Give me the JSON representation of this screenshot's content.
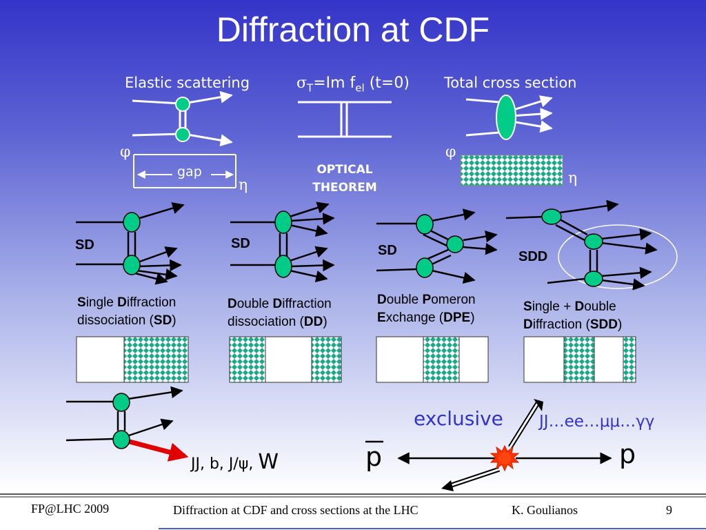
{
  "slide": {
    "title": "Diffraction at CDF",
    "top": {
      "elastic": "Elastic scattering",
      "sigma_sym": "σ",
      "sigma_sub": "T",
      "sigma_eq": "=Im f",
      "sigma_sub2": "el",
      "sigma_t": " (t=0)",
      "total": "Total cross section",
      "phi": "φ",
      "eta": "η",
      "gap": "gap",
      "optical_1": "OPTICAL",
      "optical_2": "THEOREM"
    },
    "processes": [
      {
        "tag": "SD",
        "line1_b": "S",
        "line1": "ingle ",
        "line1_b2": "D",
        "line1_r": "iffraction",
        "line2": "dissociation (",
        "line2_b": "SD",
        "line2_end": ")"
      },
      {
        "tag": "SD",
        "line1_b": "D",
        "line1": "ouble ",
        "line1_b2": "D",
        "line1_r": "iffraction",
        "line2": "dissociation (",
        "line2_b": "DD",
        "line2_end": ")"
      },
      {
        "tag": "SD",
        "line1_b": "D",
        "line1": "ouble ",
        "line1_b2": "P",
        "line1_r": "omeron",
        "line2_b0": "E",
        "line2": "xchange (",
        "line2_b": "DPE",
        "line2_end": ")"
      },
      {
        "tag": "SDD",
        "line1_b": "S",
        "line1": "ingle + ",
        "line1_b2": "D",
        "line1_r": "ouble",
        "line2_b0": "D",
        "line2": "iffraction (",
        "line2_b": "SDD",
        "line2_end": ")"
      }
    ],
    "bottom": {
      "jj_text": "JJ, b, J/ψ, ",
      "w": "W",
      "exclusive": "exclusive",
      "exclusive_list": "JJ…ee…μμ…γγ",
      "pbar": "p",
      "p": "p"
    },
    "footer": {
      "left": "FP@LHC 2009",
      "center": "Diffraction at CDF and cross sections at the LHC",
      "author": "K. Goulianos",
      "page": "9"
    },
    "colors": {
      "blob": "#00cc88",
      "checker": "#1aa88a",
      "arrow_red": "#e00000",
      "burst": "#ff3300",
      "exclusive_text": "#3333cc"
    }
  }
}
